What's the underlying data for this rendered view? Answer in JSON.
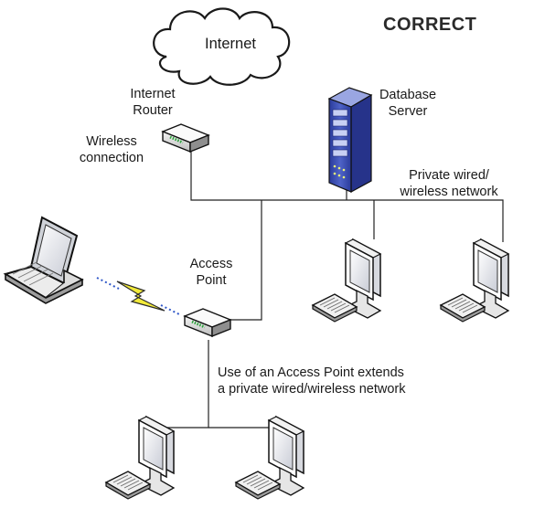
{
  "title": "CORRECT",
  "labels": {
    "internet": "Internet",
    "router": [
      "Internet",
      "Router"
    ],
    "wireless_connection": [
      "Wireless",
      "connection"
    ],
    "database_server": [
      "Database",
      "Server"
    ],
    "private_network": [
      "Private wired/",
      "wireless network"
    ],
    "access_point": [
      "Access",
      "Point"
    ],
    "extends_note": [
      "Use of an Access Point extends",
      "a private wired/wireless network"
    ]
  },
  "icons": {
    "cloud": "cloud-icon",
    "router": "router-icon",
    "server": "database-server-icon",
    "laptop": "laptop-icon",
    "lightning": "wireless-lightning-icon",
    "access_point": "access-point-icon",
    "workstation": "workstation-icon",
    "keyboard": "keyboard-icon"
  },
  "colors": {
    "line": "#222222",
    "server_blue": "#3b4fb4",
    "lightning": "#f2ea3a",
    "wireless_dots": "#2e56c8",
    "screen_blue": "#4a5a9a"
  }
}
